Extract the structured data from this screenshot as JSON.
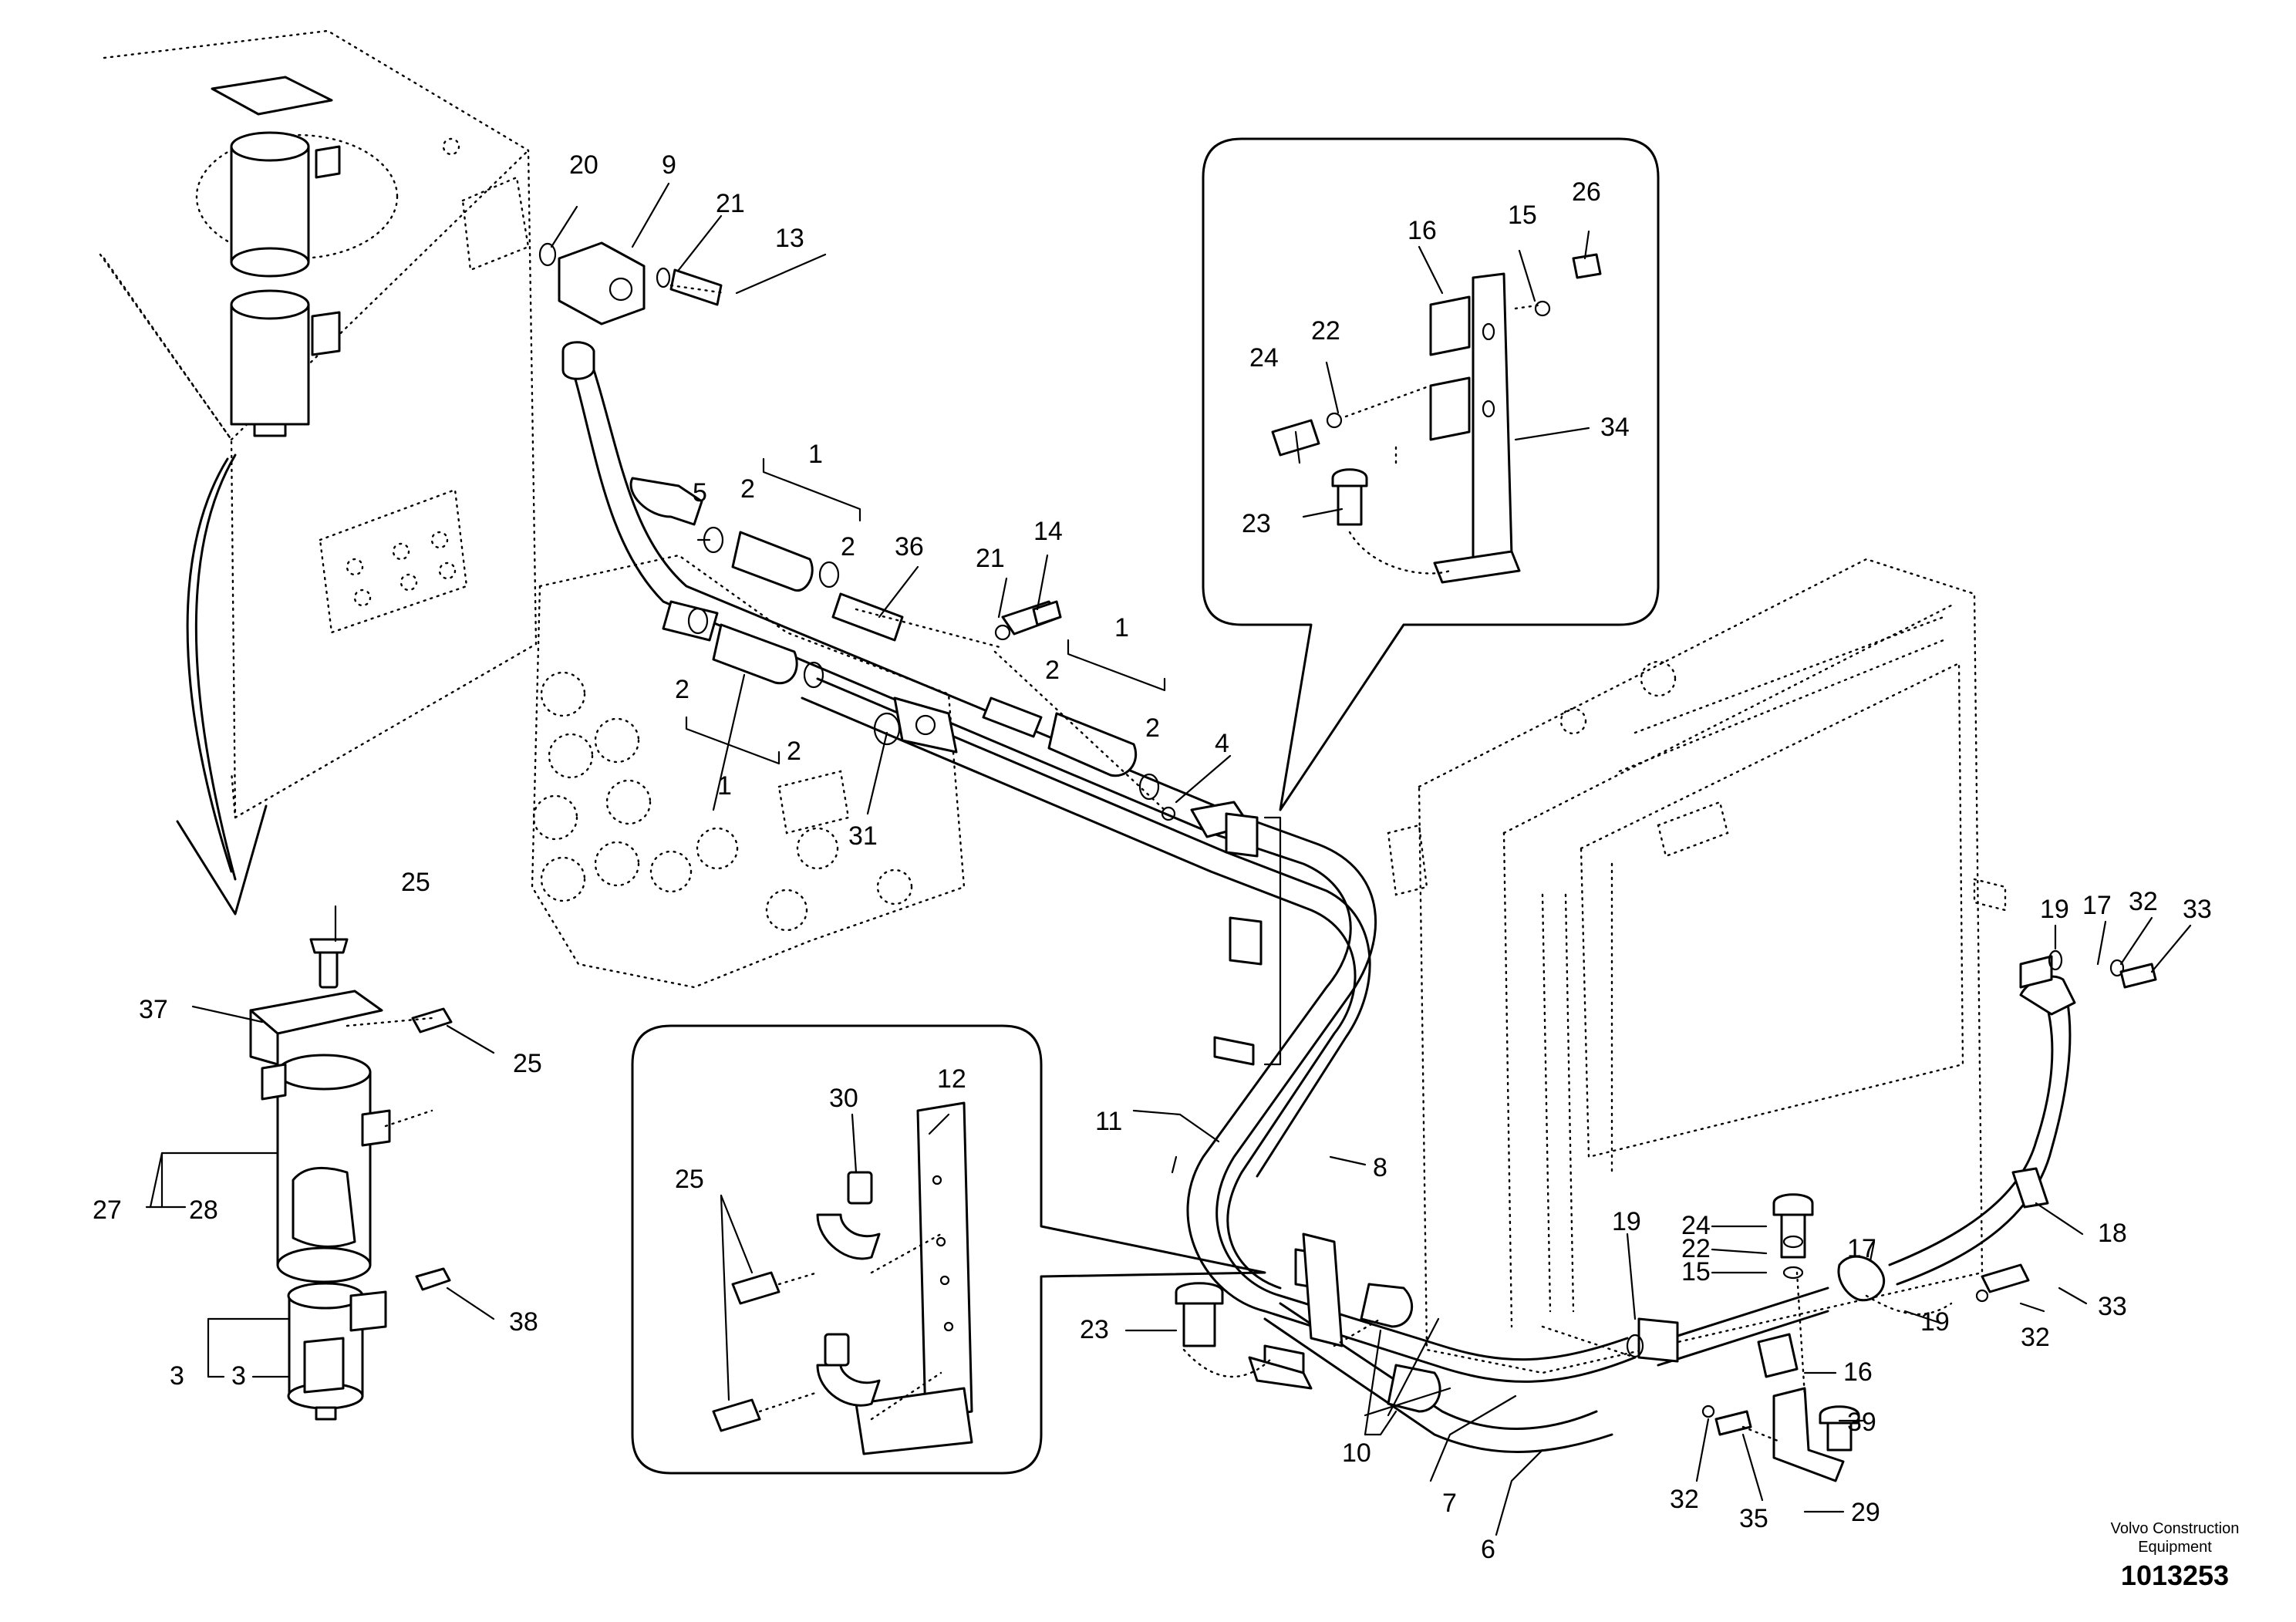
{
  "footer": {
    "brand_line1": "Volvo Construction",
    "brand_line2": "Equipment",
    "drawing_number": "1013253"
  },
  "callouts": [
    {
      "id": "c-20",
      "label": "20"
    },
    {
      "id": "c-9",
      "label": "9"
    },
    {
      "id": "c-21a",
      "label": "21"
    },
    {
      "id": "c-13",
      "label": "13"
    },
    {
      "id": "c-5",
      "label": "5"
    },
    {
      "id": "c-2a",
      "label": "2"
    },
    {
      "id": "c-1a",
      "label": "1"
    },
    {
      "id": "c-2b",
      "label": "2"
    },
    {
      "id": "c-36",
      "label": "36"
    },
    {
      "id": "c-21b",
      "label": "21"
    },
    {
      "id": "c-14",
      "label": "14"
    },
    {
      "id": "c-1b",
      "label": "1"
    },
    {
      "id": "c-2c",
      "label": "2"
    },
    {
      "id": "c-2d",
      "label": "2"
    },
    {
      "id": "c-2e",
      "label": "2"
    },
    {
      "id": "c-2f",
      "label": "2"
    },
    {
      "id": "c-1c",
      "label": "1"
    },
    {
      "id": "c-31",
      "label": "31"
    },
    {
      "id": "c-4",
      "label": "4"
    },
    {
      "id": "c-16a",
      "label": "16"
    },
    {
      "id": "c-15a",
      "label": "15"
    },
    {
      "id": "c-26",
      "label": "26"
    },
    {
      "id": "c-22a",
      "label": "22"
    },
    {
      "id": "c-24a",
      "label": "24"
    },
    {
      "id": "c-34",
      "label": "34"
    },
    {
      "id": "c-23a",
      "label": "23"
    },
    {
      "id": "c-25a",
      "label": "25"
    },
    {
      "id": "c-37",
      "label": "37"
    },
    {
      "id": "c-25b",
      "label": "25"
    },
    {
      "id": "c-27",
      "label": "27"
    },
    {
      "id": "c-28",
      "label": "28"
    },
    {
      "id": "c-38",
      "label": "38"
    },
    {
      "id": "c-3a",
      "label": "3"
    },
    {
      "id": "c-3b",
      "label": "3"
    },
    {
      "id": "c-12",
      "label": "12"
    },
    {
      "id": "c-30",
      "label": "30"
    },
    {
      "id": "c-25c",
      "label": "25"
    },
    {
      "id": "c-11",
      "label": "11"
    },
    {
      "id": "c-8",
      "label": "8"
    },
    {
      "id": "c-23b",
      "label": "23"
    },
    {
      "id": "c-10",
      "label": "10"
    },
    {
      "id": "c-7",
      "label": "7"
    },
    {
      "id": "c-6",
      "label": "6"
    },
    {
      "id": "c-19a",
      "label": "19"
    },
    {
      "id": "c-24b",
      "label": "24"
    },
    {
      "id": "c-22b",
      "label": "22"
    },
    {
      "id": "c-15b",
      "label": "15"
    },
    {
      "id": "c-32a",
      "label": "32"
    },
    {
      "id": "c-35",
      "label": "35"
    },
    {
      "id": "c-39",
      "label": "39"
    },
    {
      "id": "c-29",
      "label": "29"
    },
    {
      "id": "c-16b",
      "label": "16"
    },
    {
      "id": "c-17a",
      "label": "17"
    },
    {
      "id": "c-19b",
      "label": "19"
    },
    {
      "id": "c-33a",
      "label": "33"
    },
    {
      "id": "c-32b",
      "label": "32"
    },
    {
      "id": "c-18",
      "label": "18"
    },
    {
      "id": "c-19c",
      "label": "19"
    },
    {
      "id": "c-17b",
      "label": "17"
    },
    {
      "id": "c-32c",
      "label": "32"
    },
    {
      "id": "c-33b",
      "label": "33"
    }
  ]
}
